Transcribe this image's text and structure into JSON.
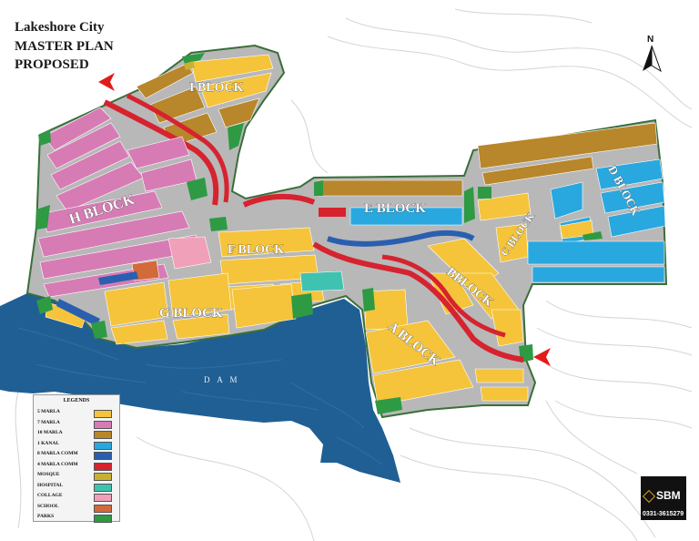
{
  "title": {
    "line1": "Lakeshore City",
    "line2": "MASTER PLAN",
    "line3": "PROPOSED"
  },
  "compass": {
    "label": "N"
  },
  "blocks": {
    "i": "I BLOCK",
    "h": "H BLOCK",
    "e": "E BLOCK",
    "d": "D BLOCK",
    "c": "C BLOCK",
    "f": "F BLOCK",
    "b": "BBLOCK",
    "g": "G BLOCK",
    "a": "A BLOCK"
  },
  "water": {
    "label": "D A M"
  },
  "legend": {
    "title": "LEGENDS",
    "items": [
      {
        "label": "5 MARLA",
        "color": "#f5c43a"
      },
      {
        "label": "7 MARLA",
        "color": "#d77bb5"
      },
      {
        "label": "10 MARLA",
        "color": "#b8862b"
      },
      {
        "label": "1 KANAL",
        "color": "#29a8e0"
      },
      {
        "label": "8 MARLA COMM",
        "color": "#2a5fb0"
      },
      {
        "label": "4 MARLA COMM",
        "color": "#d6232f"
      },
      {
        "label": "MOSQUE",
        "color": "#c9b032"
      },
      {
        "label": "HOSPITAL",
        "color": "#40c2b0"
      },
      {
        "label": "COLLAGE",
        "color": "#f0a0b8"
      },
      {
        "label": "SCHOOL",
        "color": "#d26a3a"
      },
      {
        "label": "PARKS",
        "color": "#2e9a44"
      }
    ]
  },
  "logo": {
    "brand": "SBM",
    "phone": "0331-3615279"
  },
  "colors": {
    "road": "#b8b8b8",
    "border": "#3a6e3a",
    "park": "#2e9a44",
    "water": "#1f5f94",
    "marla5": "#f5c43a",
    "marla7": "#d77bb5",
    "marla10": "#b8862b",
    "kanal1": "#29a8e0",
    "comm8": "#2a5fb0",
    "comm4": "#d6232f",
    "arrow": "#e21b1b"
  }
}
